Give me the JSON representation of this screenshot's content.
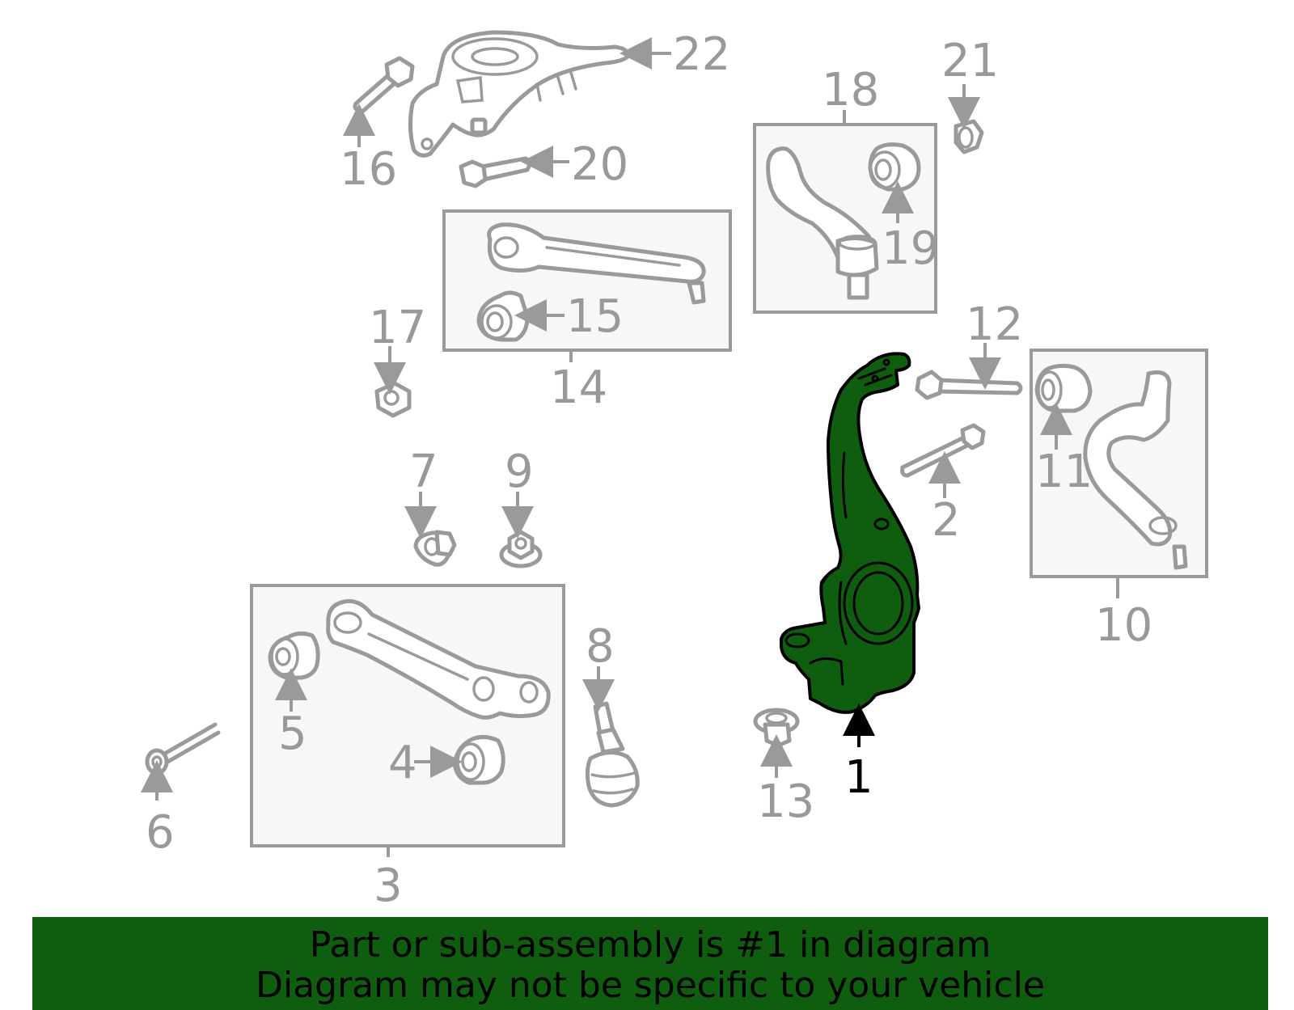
{
  "colors": {
    "highlight": "#0f5d0f",
    "banner": "#0f5d0f",
    "parts": "#9a9a9a",
    "box_fill": "#f7f7f7",
    "active_label": "#000000"
  },
  "callouts": {
    "c1": "1",
    "c2": "2",
    "c3": "3",
    "c4": "4",
    "c5": "5",
    "c6": "6",
    "c7": "7",
    "c8": "8",
    "c9": "9",
    "c10": "10",
    "c11": "11",
    "c12": "12",
    "c13": "13",
    "c14": "14",
    "c15": "15",
    "c16": "16",
    "c17": "17",
    "c18": "18",
    "c19": "19",
    "c20": "20",
    "c21": "21",
    "c22": "22"
  },
  "highlighted_part": "1",
  "banner": {
    "line1": "Part or sub-assembly is #1 in diagram",
    "line2": "Diagram may not be specific to your vehicle"
  }
}
